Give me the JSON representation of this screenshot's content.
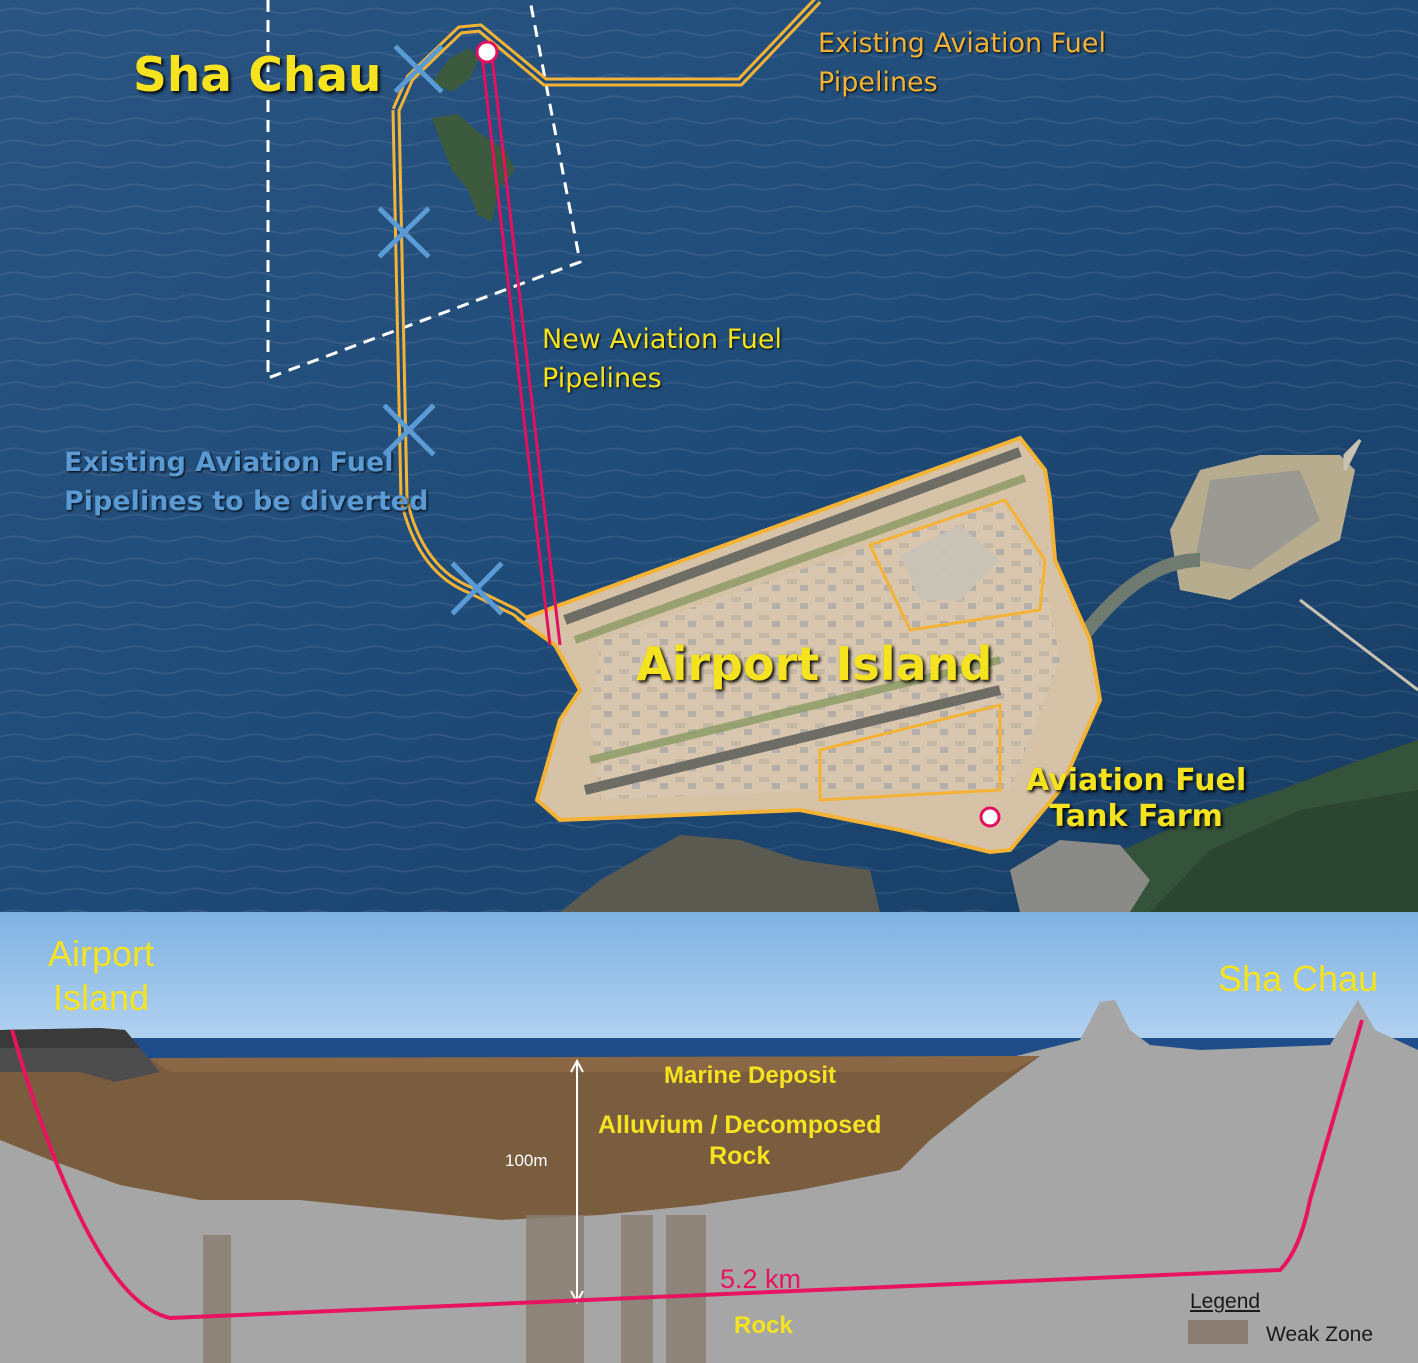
{
  "map": {
    "labels": {
      "sha_chau": "Sha Chau",
      "existing_pipelines": "Existing Aviation Fuel\nPipelines",
      "new_pipelines": "New Aviation Fuel\nPipelines",
      "diverted_pipelines": "Existing Aviation Fuel\nPipelines to be diverted",
      "airport_island": "Airport Island",
      "tank_farm": "Aviation Fuel\nTank Farm"
    },
    "colors": {
      "sea": "#1f4b78",
      "existing_pipeline": "#f5b335",
      "new_pipeline": "#e3105f",
      "diverted_marker": "#5b9bd5",
      "label_yellow": "#f6e31f",
      "label_orange": "#f5b335",
      "label_blue": "#5b9bd5"
    }
  },
  "section": {
    "labels": {
      "airport_island": "Airport\nIsland",
      "sha_chau": "Sha Chau",
      "marine_deposit": "Marine Deposit",
      "alluvium": "Alluvium / Decomposed\nRock",
      "depth": "100m",
      "length": "5.2 km",
      "rock": "Rock"
    },
    "legend": {
      "title": "Legend",
      "weak_zone": "Weak Zone"
    },
    "colors": {
      "sky": "#9cc5ec",
      "sea": "#1e4d8a",
      "sediment": "#7a5d3e",
      "rock": "#a6a6a6",
      "weak_zone": "#8a7e72",
      "tunnel": "#e8145f",
      "label_yellow": "#f6e31f"
    }
  }
}
